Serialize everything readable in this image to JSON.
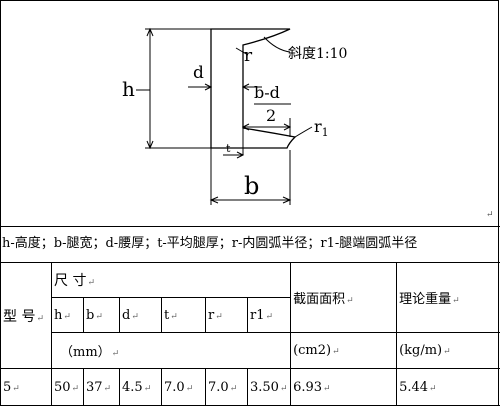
{
  "diagram": {
    "label_h": "h",
    "label_d": "d",
    "label_r": "r",
    "label_slope": "斜度1:10",
    "label_bd_num": "b-d",
    "label_bd_den": "2",
    "label_r1_base": "r",
    "label_r1_sub": "1",
    "label_t": "t",
    "label_b": "b"
  },
  "legend": "h-高度；b-腿宽；d-腰厚；t-平均腿厚；r-内圆弧半径；r1-腿端圆弧半径",
  "para_mark": "↵",
  "table": {
    "model_header": "型  号",
    "size_header": "尺  寸",
    "area_header": "截面面积",
    "weight_header": "理论重量",
    "dim_headers": [
      "h",
      "b",
      "d",
      "t",
      "r",
      "r1"
    ],
    "size_unit": "（mm）",
    "area_unit": "(cm2)",
    "weight_unit": "(kg/m)",
    "row": {
      "model": "5",
      "values": [
        "50",
        "37",
        "4.5",
        "7.0",
        "7.0",
        "3.50"
      ],
      "area": "6.93",
      "weight": "5.44"
    }
  }
}
